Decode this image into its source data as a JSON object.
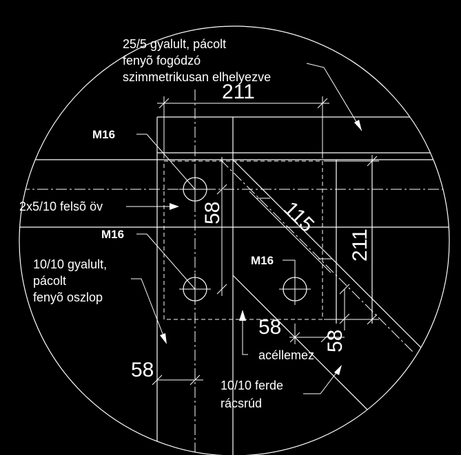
{
  "colors": {
    "background": "#000000",
    "lines": "#ffffff"
  },
  "labels": {
    "handrail_line1": "25/5 gyalult, pácolt",
    "handrail_line2": "fenyõ fogódzó",
    "handrail_line3": "szimmetrikusan elhelyezve",
    "bolt_top": "M16",
    "bolt_mid": "M16",
    "bolt_right": "M16",
    "top_chord": "2x5/10 felsõ öv",
    "post_line1": "10/10 gyalult,",
    "post_line2": "pácolt",
    "post_line3": "fenyõ oszlop",
    "plate": "acéllemez",
    "diagonal_line1": "10/10 ferde",
    "diagonal_line2": "rácsrúd"
  },
  "dimensions": {
    "top_width": "211",
    "right_height": "211",
    "diagonal": "115",
    "bolt_vertical": "58",
    "bolt_horizontal": "58",
    "bolt_diag_vertical": "58",
    "post_width": "58"
  }
}
